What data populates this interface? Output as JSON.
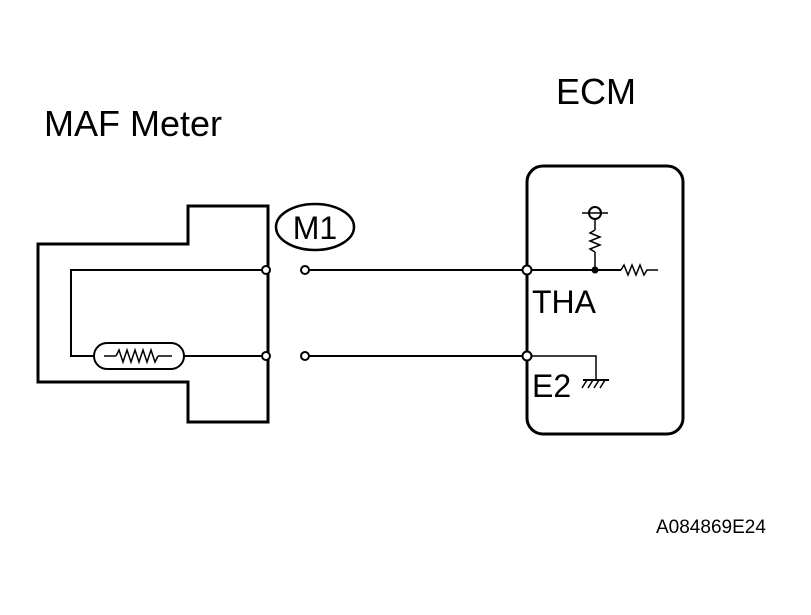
{
  "labels": {
    "maf_meter": "MAF Meter",
    "ecm": "ECM",
    "connector": "M1",
    "tha": "THA",
    "e2": "E2",
    "figure_code": "A084869E24"
  },
  "colors": {
    "line": "#000000",
    "background": "#ffffff"
  }
}
